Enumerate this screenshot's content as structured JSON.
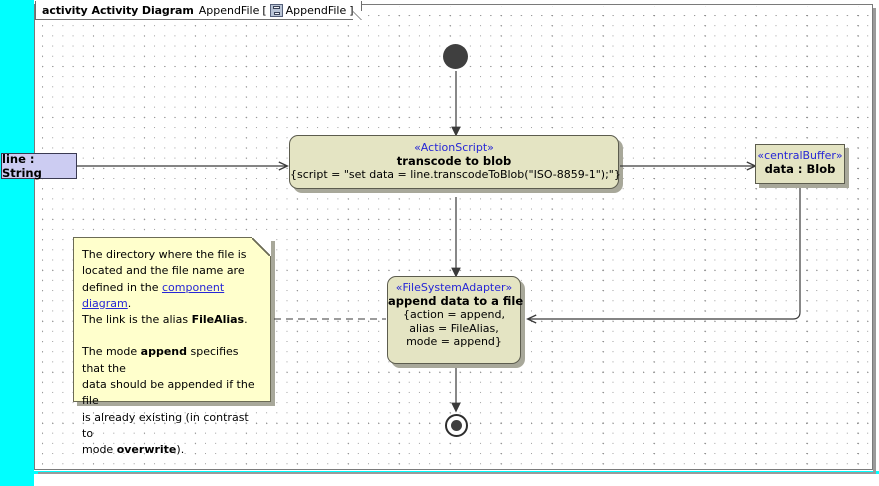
{
  "frame": {
    "keyword": "activity",
    "diagram_type": "Activity Diagram",
    "name": "AppendFile",
    "bracket_open": "[",
    "icon": "activity-diagram-icon",
    "param": "AppendFile",
    "bracket_close": "]"
  },
  "colors": {
    "selection_strip": "#00FFFF",
    "node_fill": "#E4E4C3",
    "node_border": "#5C5C4E",
    "pin_fill": "#CCCCF2",
    "note_fill": "#FFFFCC",
    "stereotype_text": "#2626D6",
    "link_text": "#2626D6",
    "edge": "#3A3A3A"
  },
  "nodes": {
    "input_pin": {
      "label": "line : String"
    },
    "initial_node": {
      "label": "initial-node"
    },
    "transcode_action": {
      "stereotype": "«ActionScript»",
      "name": "transcode to blob",
      "body": "{script = \"set data = line.transcodeToBlob(\"ISO-8859-1\");\"}"
    },
    "central_buffer": {
      "stereotype": "«centralBuffer»",
      "name": "data : Blob"
    },
    "append_action": {
      "stereotype": "«FileSystemAdapter»",
      "name": "append data to a file",
      "body_line1": "{action = append,",
      "body_line2": "alias = FileAlias,",
      "body_line3": "mode = append}"
    },
    "final_node": {
      "label": "activity-final-node"
    }
  },
  "note": {
    "p1_part1": "The directory where the file is",
    "p1_part2": "located and the file name are",
    "p1_part3_pre": "defined in the ",
    "p1_link": "component diagram",
    "p1_part3_post": ".",
    "p1_part4_pre": "The link is the alias ",
    "p1_part4_bold": "FileAlias",
    "p1_part4_post": ".",
    "p2_part1_pre": "The mode ",
    "p2_part1_bold": "append",
    "p2_part1_post": " specifies that the",
    "p2_part2": "data should be appended if the file",
    "p2_part3": "is already existing (in contrast to",
    "p2_part4_pre": "mode ",
    "p2_part4_bold": "overwrite",
    "p2_part4_post": ")."
  }
}
